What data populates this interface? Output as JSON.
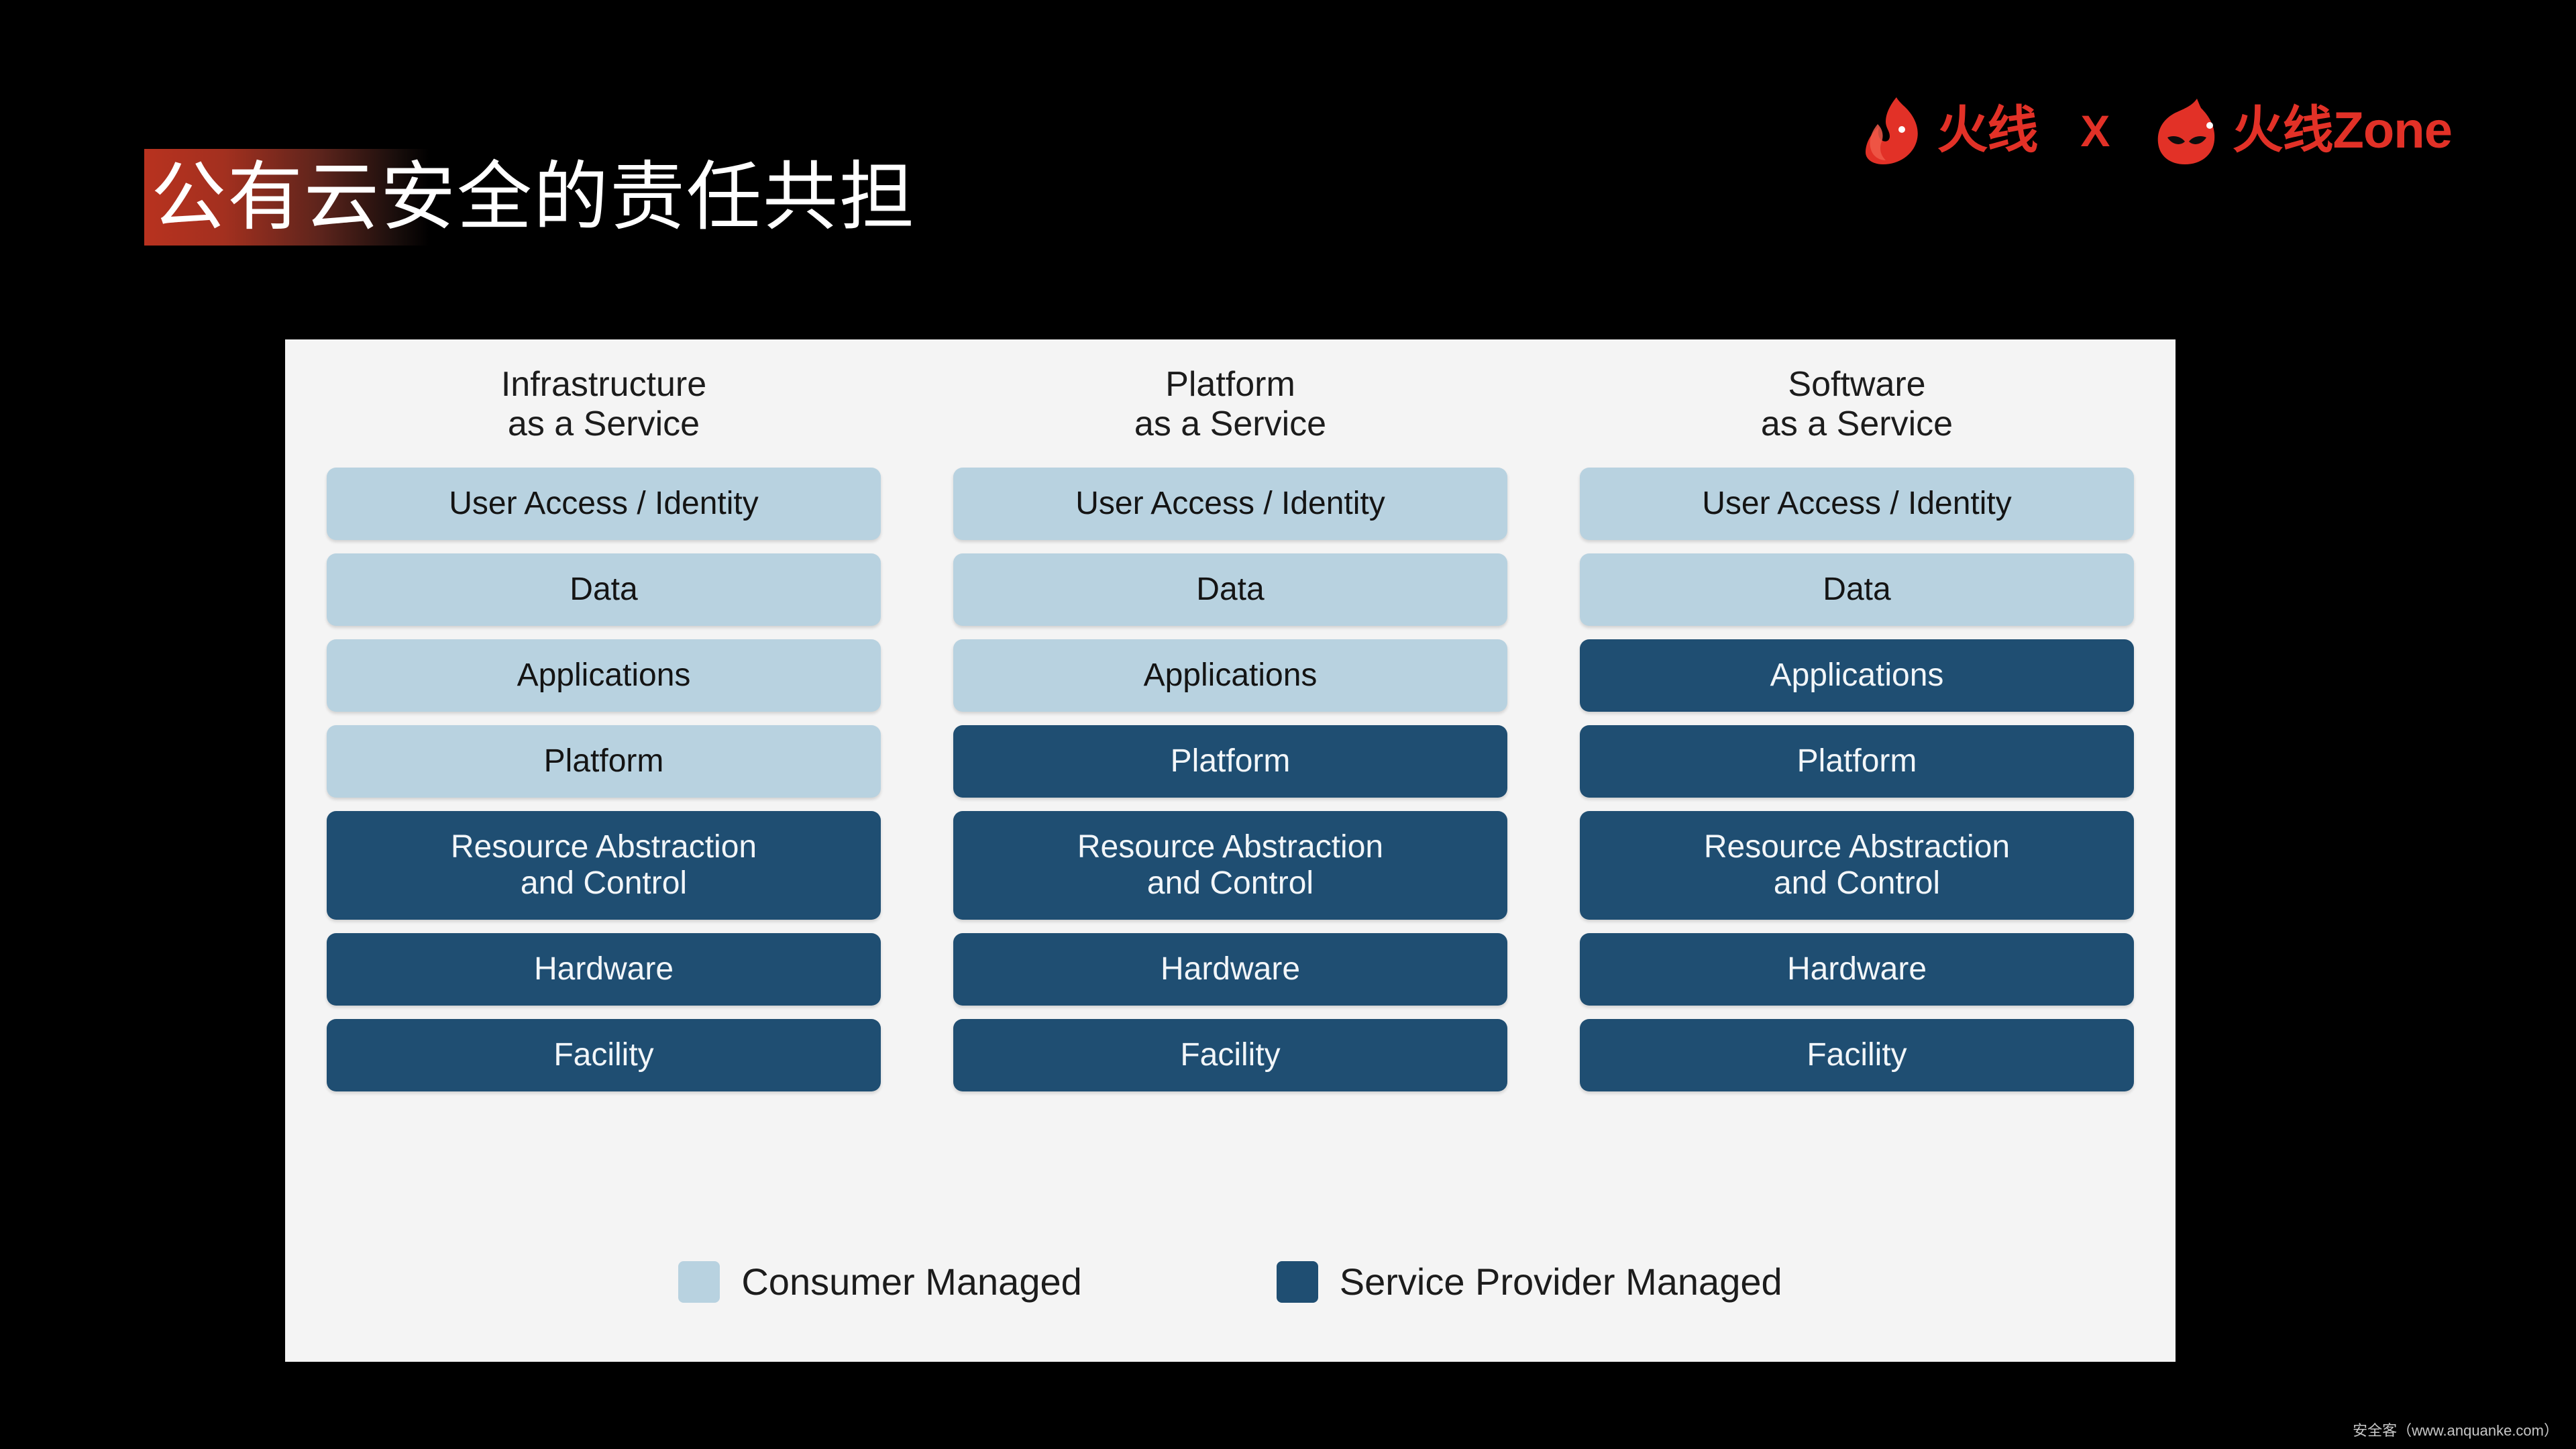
{
  "slide": {
    "title": "公有云安全的责任共担",
    "background_color": "#000000",
    "highlight_gradient_from": "#b8321f",
    "highlight_gradient_to": "#000000"
  },
  "logos": {
    "primary": {
      "name": "火线",
      "icon": "flame-icon",
      "color": "#e23127"
    },
    "separator": "X",
    "secondary": {
      "name": "火线Zone",
      "icon": "flame-mask-icon",
      "color": "#e23127"
    }
  },
  "diagram": {
    "panel_background": "#f4f4f4",
    "consumer_color": "#b8d2e0",
    "provider_color": "#1f4e72",
    "columns": [
      {
        "header": "Infrastructure\nas a Service",
        "layers": [
          {
            "label": "User Access / Identity",
            "owner": "consumer"
          },
          {
            "label": "Data",
            "owner": "consumer"
          },
          {
            "label": "Applications",
            "owner": "consumer"
          },
          {
            "label": "Platform",
            "owner": "consumer"
          },
          {
            "label": "Resource Abstraction\nand Control",
            "owner": "provider",
            "tall": true
          },
          {
            "label": "Hardware",
            "owner": "provider"
          },
          {
            "label": "Facility",
            "owner": "provider"
          }
        ]
      },
      {
        "header": "Platform\nas a Service",
        "layers": [
          {
            "label": "User Access / Identity",
            "owner": "consumer"
          },
          {
            "label": "Data",
            "owner": "consumer"
          },
          {
            "label": "Applications",
            "owner": "consumer"
          },
          {
            "label": "Platform",
            "owner": "provider"
          },
          {
            "label": "Resource Abstraction\nand Control",
            "owner": "provider",
            "tall": true
          },
          {
            "label": "Hardware",
            "owner": "provider"
          },
          {
            "label": "Facility",
            "owner": "provider"
          }
        ]
      },
      {
        "header": "Software\nas a Service",
        "layers": [
          {
            "label": "User Access / Identity",
            "owner": "consumer"
          },
          {
            "label": "Data",
            "owner": "consumer"
          },
          {
            "label": "Applications",
            "owner": "provider"
          },
          {
            "label": "Platform",
            "owner": "provider"
          },
          {
            "label": "Resource Abstraction\nand Control",
            "owner": "provider",
            "tall": true
          },
          {
            "label": "Hardware",
            "owner": "provider"
          },
          {
            "label": "Facility",
            "owner": "provider"
          }
        ]
      }
    ],
    "legend": [
      {
        "label": "Consumer Managed",
        "owner": "consumer"
      },
      {
        "label": "Service Provider Managed",
        "owner": "provider"
      }
    ]
  },
  "watermark": "安全客（www.anquanke.com）"
}
